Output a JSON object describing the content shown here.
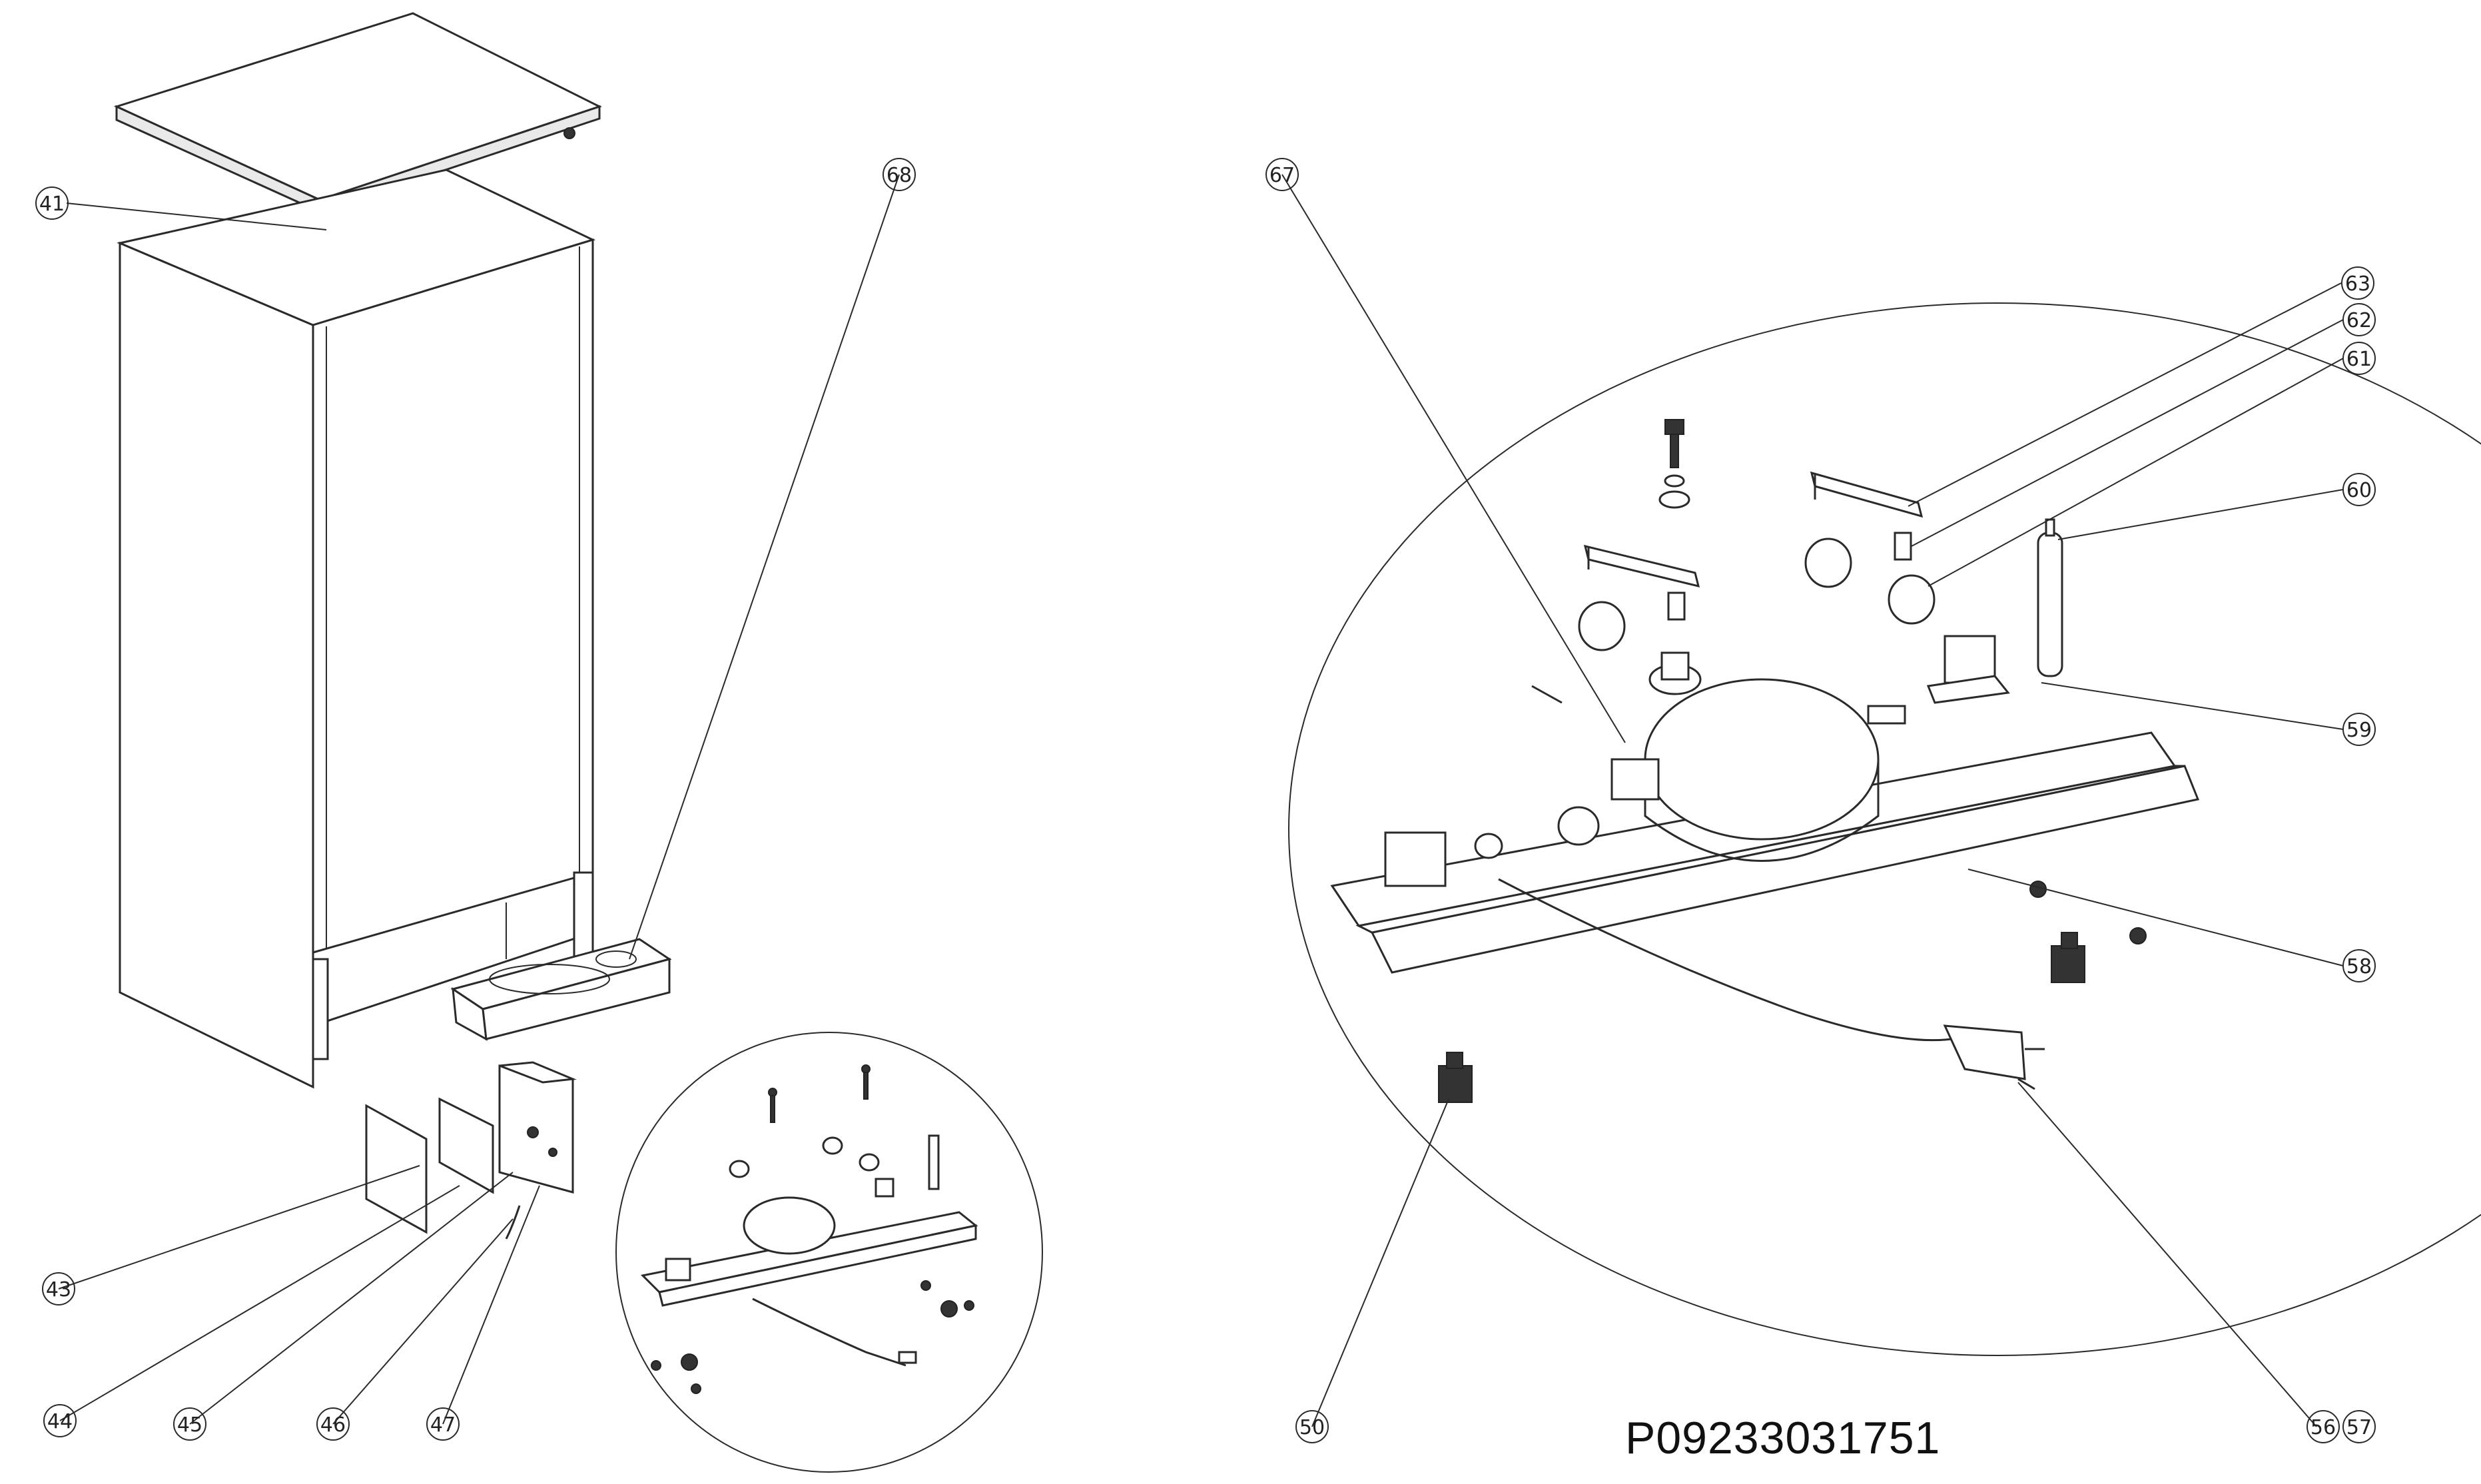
{
  "callouts": [
    {
      "id": "41",
      "label": "41"
    },
    {
      "id": "68",
      "label": "68"
    },
    {
      "id": "43",
      "label": "43"
    },
    {
      "id": "44",
      "label": "44"
    },
    {
      "id": "45",
      "label": "45"
    },
    {
      "id": "46",
      "label": "46"
    },
    {
      "id": "47",
      "label": "47"
    },
    {
      "id": "67",
      "label": "67"
    },
    {
      "id": "63",
      "label": "63"
    },
    {
      "id": "62",
      "label": "62"
    },
    {
      "id": "61",
      "label": "61"
    },
    {
      "id": "60",
      "label": "60"
    },
    {
      "id": "59",
      "label": "59"
    },
    {
      "id": "58",
      "label": "58"
    },
    {
      "id": "50",
      "label": "50"
    },
    {
      "id": "56",
      "label": "56"
    },
    {
      "id": "57",
      "label": "57"
    }
  ],
  "part_number": "P09233031751"
}
